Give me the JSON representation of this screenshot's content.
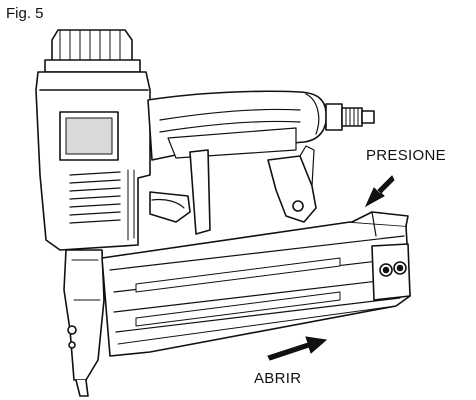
{
  "figure": {
    "label": "Fig. 5"
  },
  "annotations": {
    "press_label": "PRESIONE",
    "open_label": "ABRIR"
  },
  "colors": {
    "line": "#111111",
    "background": "#ffffff",
    "shade": "#d9d9d9"
  },
  "icons": {
    "press_arrow": "arrow-down-left-icon",
    "open_arrow": "arrow-right-icon"
  }
}
